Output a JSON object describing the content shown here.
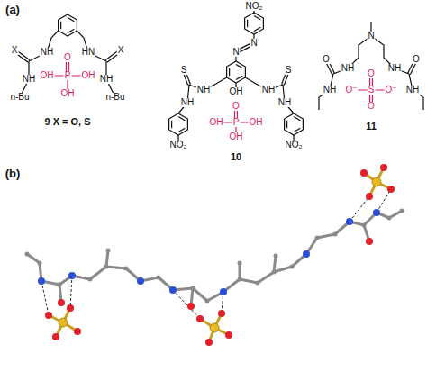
{
  "diagram": {
    "labels": [
      "(a)",
      "X",
      "NH",
      "NH",
      "n-Bu",
      "HN",
      "X",
      "NH",
      "n-Bu",
      "O",
      "OH",
      "P",
      "OH",
      "OH",
      "9 X = O, S",
      "NO₂",
      "N",
      "N",
      "OH",
      "NH",
      "S",
      "NH",
      "NO₂",
      "NH",
      "S",
      "NH",
      "NO₂",
      "O",
      "OH",
      "P",
      "OH",
      "OH",
      "10",
      "N",
      "NH",
      "O",
      "NH",
      "NH",
      "O",
      "NH",
      "O",
      "O⁻",
      "S",
      "O⁻",
      "O",
      "11",
      "(b)"
    ]
  }
}
